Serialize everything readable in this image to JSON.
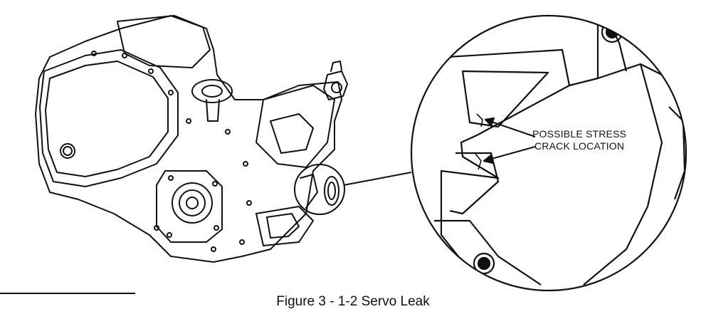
{
  "callout": {
    "line1": "POSSIBLE STRESS",
    "line2": "CRACK LOCATION"
  },
  "caption": "Figure 3 - 1-2 Servo Leak",
  "colors": {
    "ink": "#111111",
    "paper": "#ffffff"
  },
  "icons": {
    "transmission": "transmission-illustration",
    "magnifier": "detail-magnifier-circle"
  }
}
